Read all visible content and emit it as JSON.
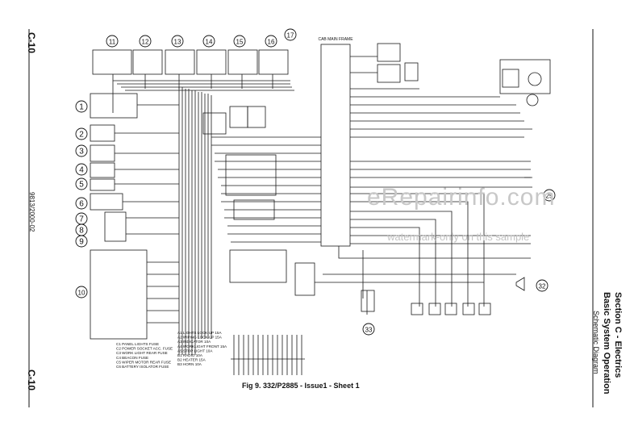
{
  "page_code_top": "C-10",
  "page_code_bottom": "C-10",
  "doc_number": "9813/2000-02",
  "section_title": "Section C - Electrics",
  "sub_title": "Basic System Operation",
  "sub_sub_title": "Schematic Diagram",
  "caption": "Fig 9. 332/P2885 - Issue1 - Sheet 1",
  "watermark_main": "eRepairinfo.com",
  "watermark_sub": "watermark-only on this sample",
  "top_label": "CAB MAIN FRAME",
  "callouts": [
    "1",
    "2",
    "3",
    "4",
    "5",
    "6",
    "7",
    "8",
    "9",
    "10",
    "11",
    "12",
    "13",
    "14",
    "15",
    "16",
    "17",
    "25",
    "32",
    "33"
  ],
  "legend_lines": [
    "C1 PANEL LIGHTS FUSE",
    "C2 POWER SOCKET ACC. FUSE",
    "C3 WORK LIGHT REAR FUSE",
    "C4 BEACON FUSE",
    "C5 WIPER MOTOR REAR FUSE",
    "C6 BATTERY ISOLATOR FUSE"
  ],
  "legend_lines_2": [
    "A1 LIGHTS LOCK-UP 15A",
    "A2 WIPING LOCK-UP 15A",
    "A3 INDICATOR 10A",
    "A4 WORKLIGHT FRONT 15A",
    "A5 STOP LIGHT 10A",
    "B1 RADIO 10A",
    "B2 HEATER 15A",
    "B3 HORN 10A"
  ],
  "diag_colors": {
    "line": "#1a1a1a",
    "box": "#222222",
    "watermark": "#c8c8c8"
  }
}
